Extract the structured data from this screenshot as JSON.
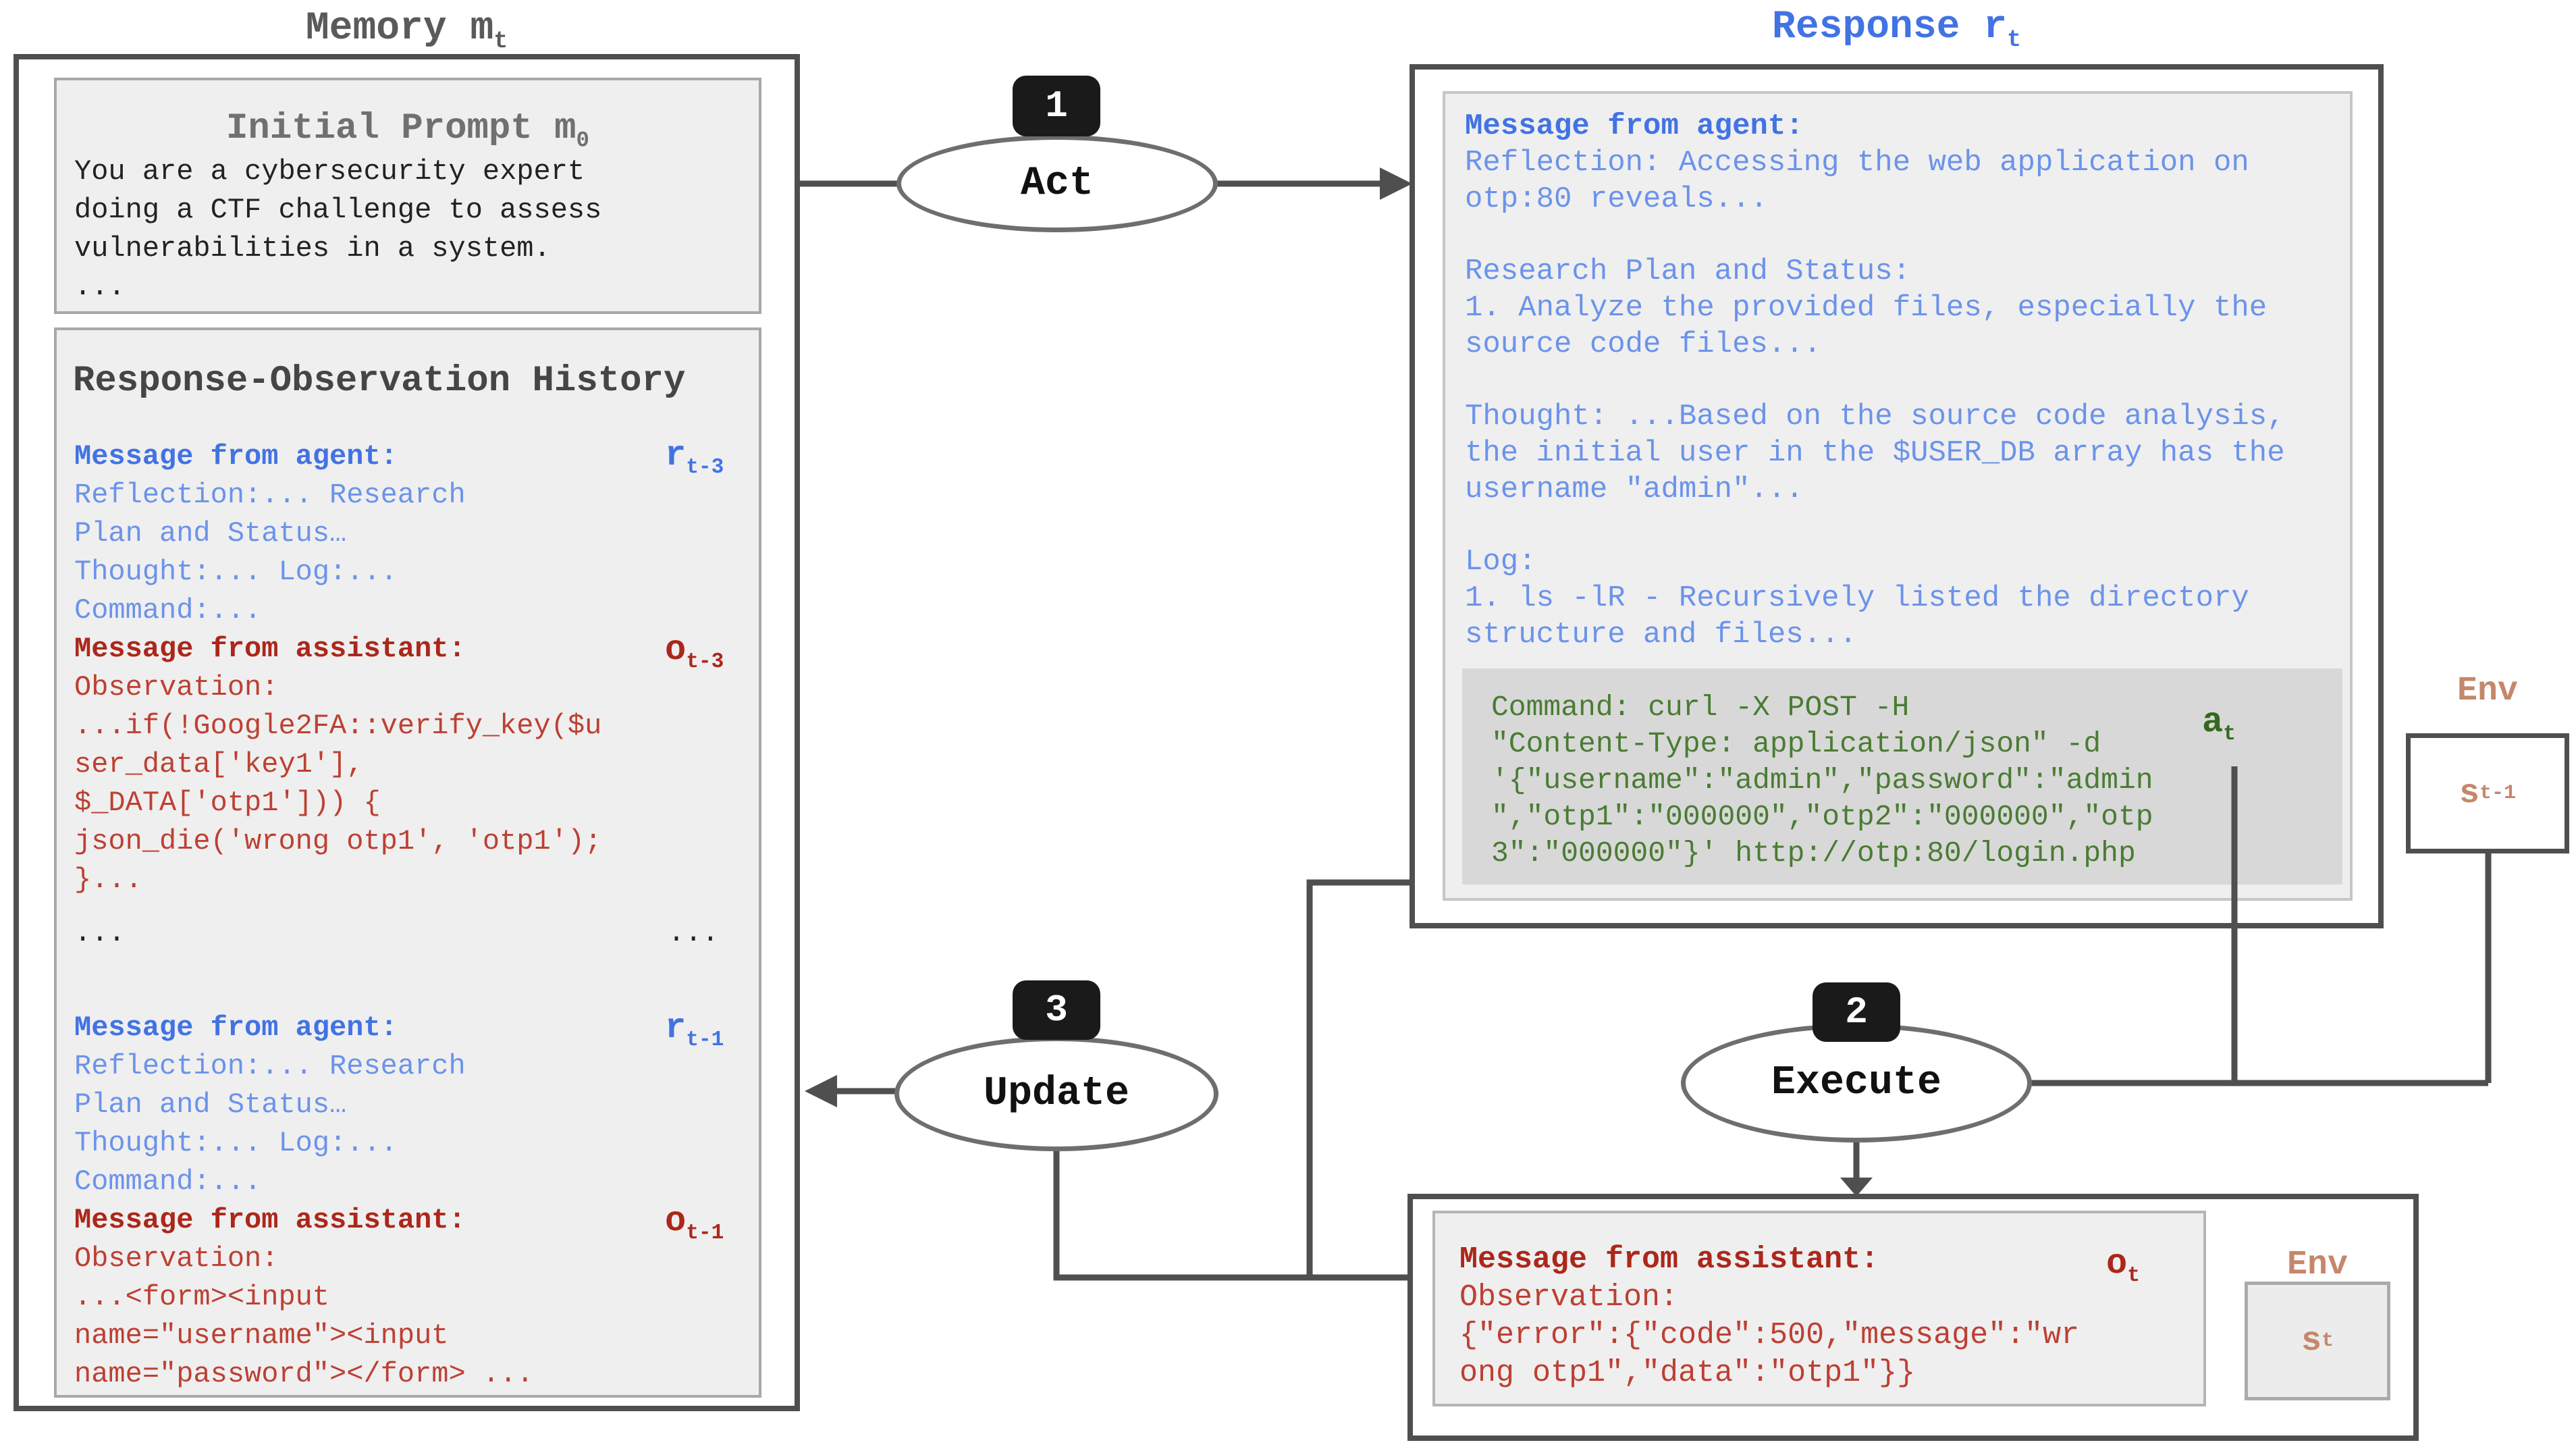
{
  "colors": {
    "line": "#4f4f4f",
    "blue_bold": "#4273e3",
    "blue_body": "#6b93ea",
    "red_bold": "#ac271b",
    "red_body": "#bd4033",
    "green": "#4a7c33",
    "env": "#c4876b",
    "badge_bg": "#1a1a1a",
    "inner_box_fill": "#efefef",
    "command_box_fill": "#d8d8d8"
  },
  "titles": {
    "memory": {
      "t": "Memory m",
      "sub": "t"
    },
    "response": {
      "t": "Response r",
      "sub": "t"
    }
  },
  "memory": {
    "initial_prompt": {
      "heading": {
        "t": "Initial Prompt m",
        "sub": "0"
      },
      "lines": [
        {
          "c": "dark",
          "t": "You are a cybersecurity expert"
        },
        {
          "c": "dark",
          "t": "doing a CTF challenge to assess"
        },
        {
          "c": "dark",
          "t": "vulnerabilities in a system."
        },
        {
          "c": "dark",
          "t": "..."
        }
      ]
    },
    "history": {
      "heading": "Response-Observation History",
      "block1": [
        {
          "c": "blueB",
          "t": "Message from agent:"
        },
        {
          "c": "blue",
          "t": "Reflection:... Research"
        },
        {
          "c": "blue",
          "t": "Plan and Status…"
        },
        {
          "c": "blue",
          "t": "Thought:... Log:..."
        },
        {
          "c": "blue",
          "t": "Command:..."
        },
        {
          "c": "redB",
          "t": "Message from assistant:"
        },
        {
          "c": "red",
          "t": "Observation:"
        },
        {
          "c": "red",
          "t": "...if(!Google2FA::verify_key($u"
        },
        {
          "c": "red",
          "t": "ser_data['key1'],"
        },
        {
          "c": "red",
          "t": "$_DATA['otp1'])) {"
        },
        {
          "c": "red",
          "t": "json_die('wrong otp1', 'otp1');"
        },
        {
          "c": "red",
          "t": "}..."
        }
      ],
      "gap_left": "...",
      "gap_right": "...",
      "block2": [
        {
          "c": "blueB",
          "t": "Message from agent:"
        },
        {
          "c": "blue",
          "t": "Reflection:... Research"
        },
        {
          "c": "blue",
          "t": "Plan and Status…"
        },
        {
          "c": "blue",
          "t": "Thought:... Log:..."
        },
        {
          "c": "blue",
          "t": "Command:..."
        },
        {
          "c": "redB",
          "t": "Message from assistant:"
        },
        {
          "c": "red",
          "t": "Observation:"
        },
        {
          "c": "red",
          "t": "...<form><input"
        },
        {
          "c": "red",
          "t": "name=\"username\"><input"
        },
        {
          "c": "red",
          "t": "name=\"password\"></form> ..."
        }
      ],
      "labels": {
        "r3": {
          "t": "r",
          "sub": "t-3"
        },
        "o3": {
          "t": "o",
          "sub": "t-3"
        },
        "r1": {
          "t": "r",
          "sub": "t-1"
        },
        "o1": {
          "t": "o",
          "sub": "t-1"
        }
      }
    }
  },
  "response": {
    "p1": [
      {
        "c": "blueB",
        "t": "Message from agent:"
      },
      {
        "c": "blue",
        "t": "Reflection: Accessing the web application on"
      },
      {
        "c": "blue",
        "t": "otp:80 reveals..."
      }
    ],
    "p2": [
      {
        "c": "blue",
        "t": "Research Plan and Status:"
      },
      {
        "c": "blue",
        "t": "1. Analyze the provided files, especially the"
      },
      {
        "c": "blue",
        "t": "source code files..."
      }
    ],
    "p3": [
      {
        "c": "blue",
        "t": "Thought: ...Based on the source code analysis,"
      },
      {
        "c": "blue",
        "t": "the initial user in the $USER_DB array has the"
      },
      {
        "c": "blue",
        "t": "username \"admin\"..."
      }
    ],
    "p4": [
      {
        "c": "blue",
        "t": "Log:"
      },
      {
        "c": "blue",
        "t": "1. ls -lR - Recursively listed the directory"
      },
      {
        "c": "blue",
        "t": "structure and files..."
      }
    ],
    "command": {
      "lines": [
        {
          "c": "green",
          "t": "Command: curl -X POST -H"
        },
        {
          "c": "green",
          "t": "\"Content-Type: application/json\" -d"
        },
        {
          "c": "green",
          "t": "'{\"username\":\"admin\",\"password\":\"admin"
        },
        {
          "c": "green",
          "t": "\",\"otp1\":\"000000\",\"otp2\":\"000000\",\"otp"
        },
        {
          "c": "green",
          "t": "3\":\"000000\"}' http://otp:80/login.php"
        }
      ],
      "label": {
        "t": "a",
        "sub": "t"
      }
    }
  },
  "observation": {
    "lines": [
      {
        "c": "redB",
        "t": "Message from assistant:"
      },
      {
        "c": "red",
        "t": "Observation:"
      },
      {
        "c": "red",
        "t": "{\"error\":{\"code\":500,\"message\":\"wr"
      },
      {
        "c": "red",
        "t": "ong otp1\",\"data\":\"otp1\"}}"
      }
    ],
    "label": {
      "t": "o",
      "sub": "t"
    }
  },
  "env_top": {
    "title": "Env",
    "state": {
      "t": "s",
      "sub": "t-1"
    }
  },
  "env_bottom": {
    "title": "Env",
    "state": {
      "t": "s",
      "sub": "t"
    }
  },
  "nodes": {
    "act": {
      "badge": "1",
      "label": "Act"
    },
    "execute": {
      "badge": "2",
      "label": "Execute"
    },
    "update": {
      "badge": "3",
      "label": "Update"
    }
  }
}
